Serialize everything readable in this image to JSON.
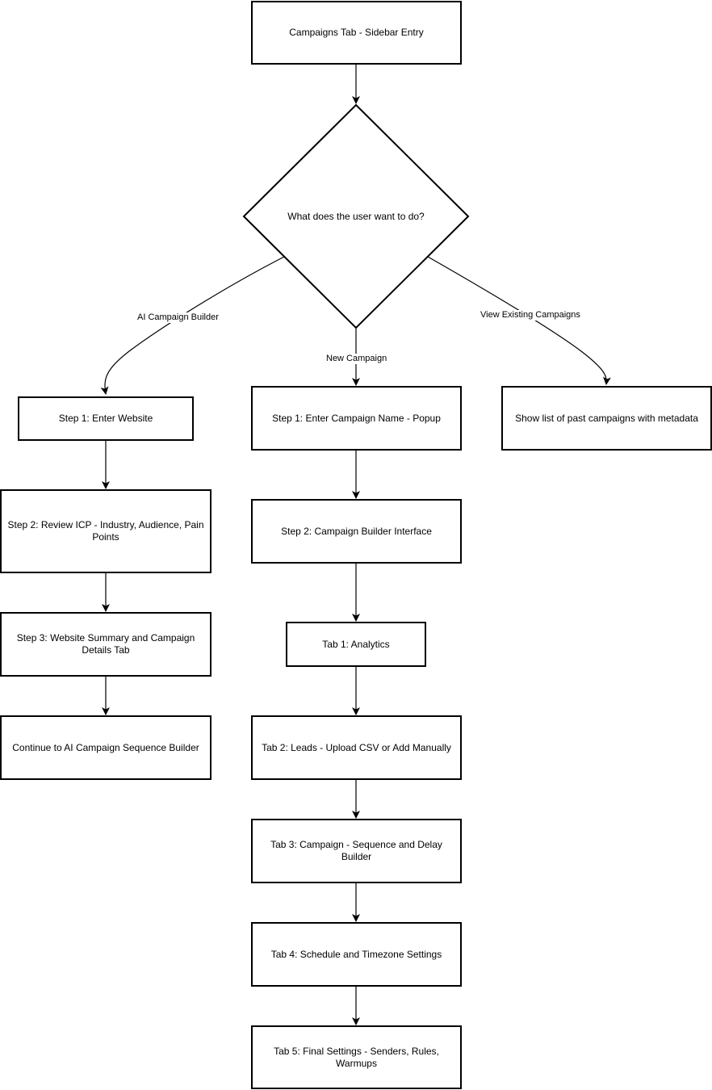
{
  "nodes": {
    "start": "Campaigns Tab - Sidebar Entry",
    "decision": "What does the user want to do?",
    "ai_step1": "Step 1: Enter Website",
    "ai_step2": "Step 2: Review ICP - Industry, Audience, Pain Points",
    "ai_step3": "Step 3: Website Summary and Campaign Details Tab",
    "ai_step4": "Continue to AI Campaign Sequence Builder",
    "new_step1": "Step 1: Enter Campaign Name - Popup",
    "new_step2": "Step 2: Campaign Builder Interface",
    "tab1": "Tab 1: Analytics",
    "tab2": "Tab 2: Leads - Upload CSV or Add Manually",
    "tab3": "Tab 3: Campaign - Sequence and Delay Builder",
    "tab4": "Tab 4: Schedule and Timezone Settings",
    "tab5": "Tab 5: Final Settings - Senders, Rules, Warmups",
    "view_list": "Show list of past campaigns with metadata"
  },
  "edge_labels": {
    "ai": "AI Campaign Builder",
    "new": "New Campaign",
    "view": "View Existing Campaigns"
  },
  "colors": {
    "stroke": "#000000",
    "background": "#ffffff"
  }
}
